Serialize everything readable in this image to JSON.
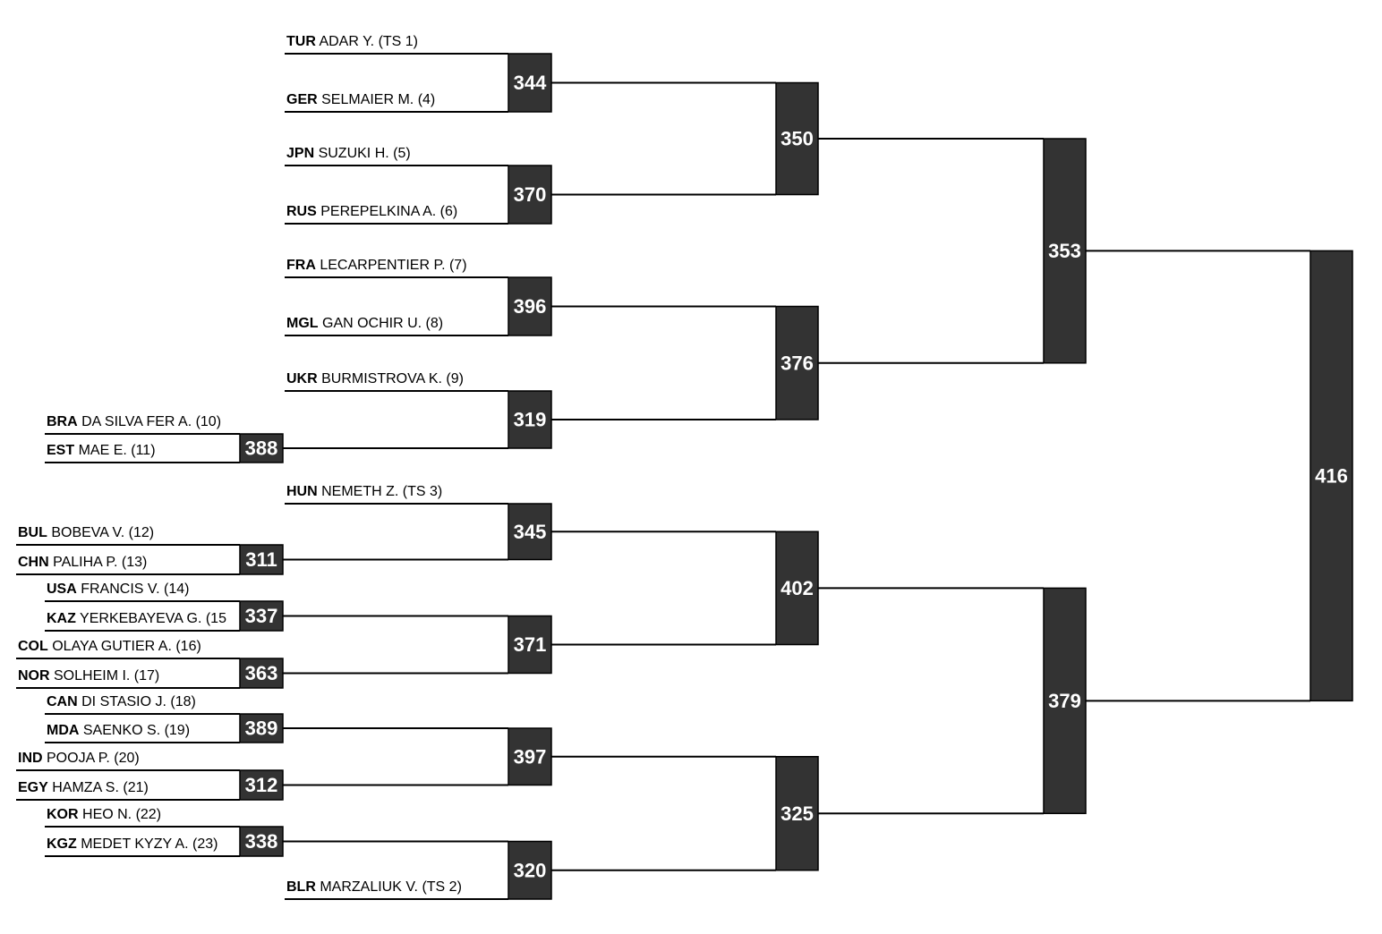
{
  "bracket": {
    "seats": [
      {
        "id": "s_tur",
        "country": "TUR",
        "name": "ADAR Y. (TS 1)"
      },
      {
        "id": "s_ger",
        "country": "GER",
        "name": "SELMAIER M. (4)"
      },
      {
        "id": "s_jpn",
        "country": "JPN",
        "name": "SUZUKI H. (5)"
      },
      {
        "id": "s_rus",
        "country": "RUS",
        "name": "PEREPELKINA A. (6)"
      },
      {
        "id": "s_fra",
        "country": "FRA",
        "name": "LECARPENTIER P. (7)"
      },
      {
        "id": "s_mgl",
        "country": "MGL",
        "name": "GAN OCHIR U. (8)"
      },
      {
        "id": "s_ukr",
        "country": "UKR",
        "name": "BURMISTROVA K. (9)"
      },
      {
        "id": "s_bra",
        "country": "BRA",
        "name": "DA SILVA FER A. (10)"
      },
      {
        "id": "s_est",
        "country": "EST",
        "name": "MAE E. (11)"
      },
      {
        "id": "s_hun",
        "country": "HUN",
        "name": "NEMETH Z. (TS 3)"
      },
      {
        "id": "s_bul",
        "country": "BUL",
        "name": "BOBEVA V. (12)"
      },
      {
        "id": "s_chn",
        "country": "CHN",
        "name": "PALIHA P. (13)"
      },
      {
        "id": "s_usa",
        "country": "USA",
        "name": "FRANCIS V. (14)"
      },
      {
        "id": "s_kaz",
        "country": "KAZ",
        "name": "YERKEBAYEVA G. (15"
      },
      {
        "id": "s_col",
        "country": "COL",
        "name": "OLAYA GUTIER A. (16)"
      },
      {
        "id": "s_nor",
        "country": "NOR",
        "name": "SOLHEIM I. (17)"
      },
      {
        "id": "s_can",
        "country": "CAN",
        "name": "DI STASIO J. (18)"
      },
      {
        "id": "s_mda",
        "country": "MDA",
        "name": "SAENKO S. (19)"
      },
      {
        "id": "s_ind",
        "country": "IND",
        "name": "POOJA P. (20)"
      },
      {
        "id": "s_egy",
        "country": "EGY",
        "name": "HAMZA S. (21)"
      },
      {
        "id": "s_kor",
        "country": "KOR",
        "name": "HEO N. (22)"
      },
      {
        "id": "s_kgz",
        "country": "KGZ",
        "name": "MEDET KYZY A. (23)"
      },
      {
        "id": "s_blr",
        "country": "BLR",
        "name": "MARZALIUK V. (TS 2)"
      }
    ],
    "matches": [
      {
        "id": "m388",
        "number": "388",
        "top": "s_bra",
        "bottom": "s_est"
      },
      {
        "id": "m311",
        "number": "311",
        "top": "s_bul",
        "bottom": "s_chn"
      },
      {
        "id": "m337",
        "number": "337",
        "top": "s_usa",
        "bottom": "s_kaz"
      },
      {
        "id": "m363",
        "number": "363",
        "top": "s_col",
        "bottom": "s_nor"
      },
      {
        "id": "m389",
        "number": "389",
        "top": "s_can",
        "bottom": "s_mda"
      },
      {
        "id": "m312",
        "number": "312",
        "top": "s_ind",
        "bottom": "s_egy"
      },
      {
        "id": "m338",
        "number": "338",
        "top": "s_kor",
        "bottom": "s_kgz"
      },
      {
        "id": "m344",
        "number": "344",
        "top": "s_tur",
        "bottom": "s_ger"
      },
      {
        "id": "m370",
        "number": "370",
        "top": "s_jpn",
        "bottom": "s_rus"
      },
      {
        "id": "m396",
        "number": "396",
        "top": "s_fra",
        "bottom": "s_mgl"
      },
      {
        "id": "m319",
        "number": "319",
        "top": "s_ukr",
        "bottom": "m388"
      },
      {
        "id": "m345",
        "number": "345",
        "top": "s_hun",
        "bottom": "m311"
      },
      {
        "id": "m371",
        "number": "371",
        "top": "m337",
        "bottom": "m363"
      },
      {
        "id": "m397",
        "number": "397",
        "top": "m389",
        "bottom": "m312"
      },
      {
        "id": "m320",
        "number": "320",
        "top": "m338",
        "bottom": "s_blr"
      },
      {
        "id": "m350",
        "number": "350",
        "top": "m344",
        "bottom": "m370"
      },
      {
        "id": "m376",
        "number": "376",
        "top": "m396",
        "bottom": "m319"
      },
      {
        "id": "m402",
        "number": "402",
        "top": "m345",
        "bottom": "m371"
      },
      {
        "id": "m325",
        "number": "325",
        "top": "m397",
        "bottom": "m320"
      },
      {
        "id": "m353",
        "number": "353",
        "top": "m350",
        "bottom": "m376"
      },
      {
        "id": "m379",
        "number": "379",
        "top": "m402",
        "bottom": "m325"
      },
      {
        "id": "m416",
        "number": "416",
        "top": "m353",
        "bottom": "m379"
      }
    ]
  }
}
